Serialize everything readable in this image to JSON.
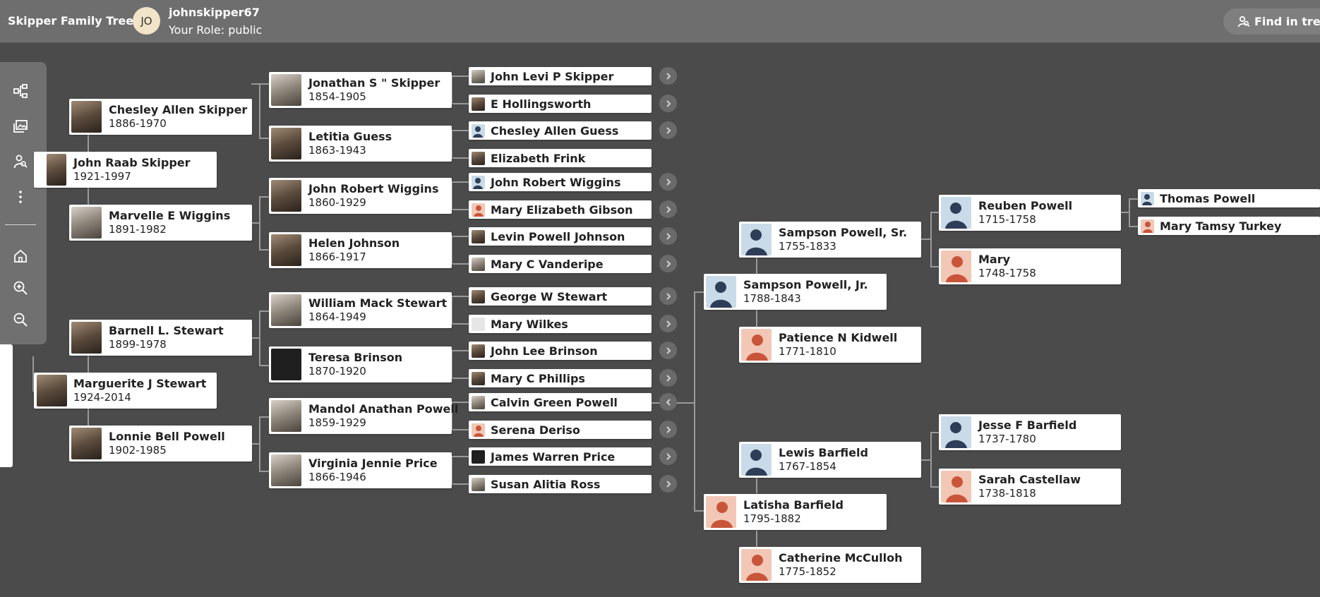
{
  "header": {
    "app_title": "Skipper Family Tree",
    "avatar_initials": "JO",
    "username": "johnskipper67",
    "role_label": "Your Role: public",
    "find_button": "Find in tree"
  },
  "sidebar_tools": [
    {
      "icon": "pedigree-icon"
    },
    {
      "icon": "gallery-icon"
    },
    {
      "icon": "person-search-icon"
    },
    {
      "icon": "more-vertical-icon"
    },
    {
      "icon": "home-icon"
    },
    {
      "icon": "zoom-in-icon"
    },
    {
      "icon": "zoom-out-icon"
    }
  ],
  "colors": {
    "male_placeholder_bg": "#c9dbe8",
    "male_placeholder_fg": "#2f3e58",
    "female_placeholder_bg": "#f2c7b6",
    "female_placeholder_fg": "#c8553a"
  },
  "people": {
    "p1": {
      "name": "John Raab Skipper",
      "dates": "1921-1997"
    },
    "p2": {
      "name": "Chesley Allen Skipper",
      "dates": "1886-1970"
    },
    "p3": {
      "name": "Marvelle E Wiggins",
      "dates": "1891-1982"
    },
    "p4": {
      "name": "Jonathan S \" Skipper",
      "dates": "1854-1905"
    },
    "p5": {
      "name": "Letitia Guess",
      "dates": "1863-1943"
    },
    "p6": {
      "name": "John Robert Wiggins",
      "dates": "1860-1929"
    },
    "p7": {
      "name": "Helen Johnson",
      "dates": "1866-1917"
    },
    "p8": {
      "name": "Marguerite J Stewart",
      "dates": "1924-2014"
    },
    "p9": {
      "name": "Barnell L. Stewart",
      "dates": "1899-1978"
    },
    "p10": {
      "name": "Lonnie Bell Powell",
      "dates": "1902-1985"
    },
    "p11": {
      "name": "William Mack Stewart",
      "dates": "1864-1949"
    },
    "p12": {
      "name": "Teresa Brinson",
      "dates": "1870-1920"
    },
    "p13": {
      "name": "Mandol Anathan Powell",
      "dates": "1859-1929"
    },
    "p14": {
      "name": "Virginia Jennie Price",
      "dates": "1866-1946"
    },
    "g1": {
      "name": "John Levi P Skipper"
    },
    "g2": {
      "name": "E Hollingsworth"
    },
    "g3": {
      "name": "Chesley Allen Guess"
    },
    "g4": {
      "name": "Elizabeth Frink"
    },
    "g5": {
      "name": "John Robert Wiggins"
    },
    "g6": {
      "name": "Mary Elizabeth Gibson"
    },
    "g7": {
      "name": "Levin Powell Johnson"
    },
    "g8": {
      "name": "Mary C Vanderipe"
    },
    "g9": {
      "name": "George W Stewart"
    },
    "g10": {
      "name": "Mary Wilkes"
    },
    "g11": {
      "name": "John Lee Brinson"
    },
    "g12": {
      "name": "Mary C Phillips"
    },
    "g13": {
      "name": "Calvin Green Powell"
    },
    "g14": {
      "name": "Serena Deriso"
    },
    "g15": {
      "name": "James Warren Price"
    },
    "g16": {
      "name": "Susan Alitia Ross"
    },
    "e1": {
      "name": "Sampson Powell, Jr.",
      "dates": "1788-1843"
    },
    "e2": {
      "name": "Sampson Powell, Sr.",
      "dates": "1755-1833"
    },
    "e3": {
      "name": "Patience N Kidwell",
      "dates": "1771-1810"
    },
    "e4": {
      "name": "Latisha Barfield",
      "dates": "1795-1882"
    },
    "e5": {
      "name": "Lewis Barfield",
      "dates": "1767-1854"
    },
    "e6": {
      "name": "Catherine McCulloh",
      "dates": "1775-1852"
    },
    "f1": {
      "name": "Reuben Powell",
      "dates": "1715-1758"
    },
    "f2": {
      "name": "Mary",
      "dates": "1748-1758"
    },
    "f3": {
      "name": "Jesse F Barfield",
      "dates": "1737-1780"
    },
    "f4": {
      "name": "Sarah Castellaw",
      "dates": "1738-1818"
    },
    "h1": {
      "name": "Thomas Powell"
    },
    "h2": {
      "name": "Mary Tamsy Turkey"
    }
  }
}
